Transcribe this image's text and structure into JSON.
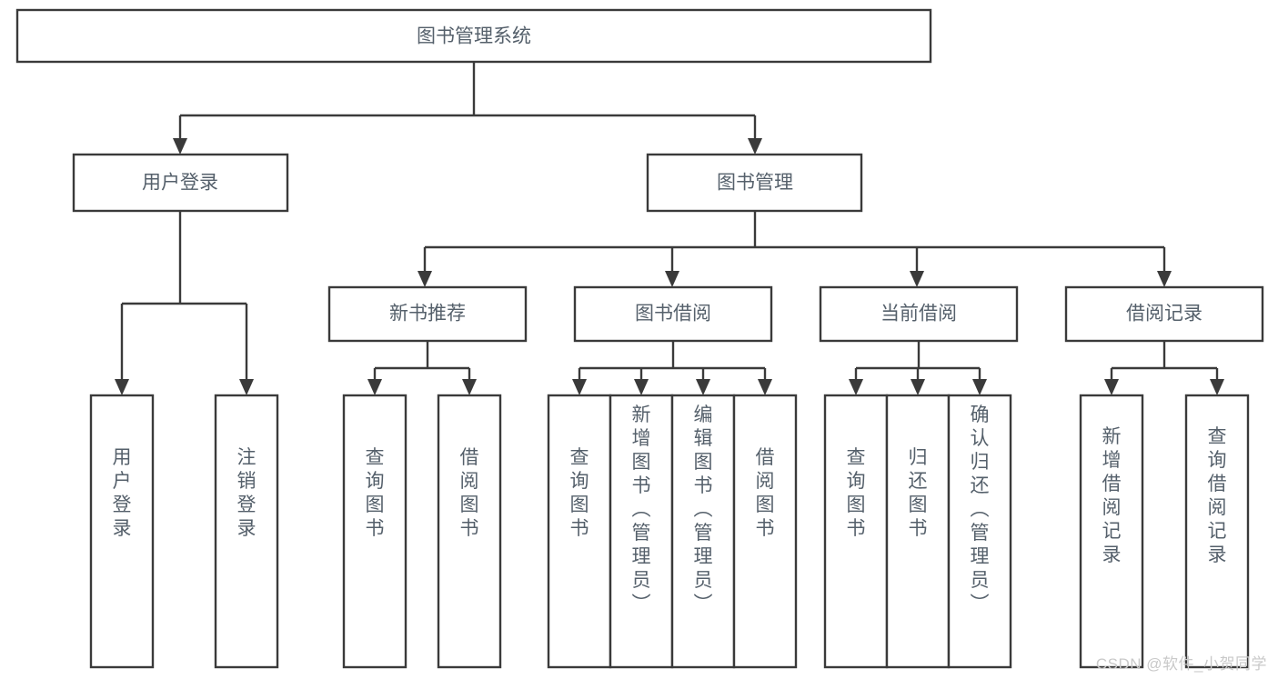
{
  "diagram": {
    "type": "tree",
    "title": "图书管理系统",
    "colors": {
      "box_stroke": "#3a3a3a",
      "box_fill": "#ffffff",
      "text": "#55606b",
      "background": "#ffffff",
      "watermark": "#c9c9c9"
    },
    "root": {
      "label": "图书管理系统"
    },
    "level2": [
      {
        "id": "user-login",
        "label": "用户登录"
      },
      {
        "id": "book-manage",
        "label": "图书管理"
      }
    ],
    "level3": [
      {
        "id": "new-book-recommend",
        "label": "新书推荐"
      },
      {
        "id": "book-borrow",
        "label": "图书借阅"
      },
      {
        "id": "current-borrow",
        "label": "当前借阅"
      },
      {
        "id": "borrow-record",
        "label": "借阅记录"
      }
    ],
    "leaves": {
      "user-login": [
        {
          "id": "leaf-user-login",
          "label": "用户登录"
        },
        {
          "id": "leaf-logout-login",
          "label": "注销登录"
        }
      ],
      "new-book-recommend": [
        {
          "id": "leaf-query-book-1",
          "label": "查询图书"
        },
        {
          "id": "leaf-borrow-book-1",
          "label": "借阅图书"
        }
      ],
      "book-borrow": [
        {
          "id": "leaf-query-book-2",
          "label": "查询图书"
        },
        {
          "id": "leaf-add-book",
          "label": "新增图书（管理员）"
        },
        {
          "id": "leaf-edit-book",
          "label": "编辑图书（管理员）"
        },
        {
          "id": "leaf-borrow-book-2",
          "label": "借阅图书"
        }
      ],
      "current-borrow": [
        {
          "id": "leaf-query-book-3",
          "label": "查询图书"
        },
        {
          "id": "leaf-return-book",
          "label": "归还图书"
        },
        {
          "id": "leaf-confirm-return",
          "label": "确认归还（管理员）"
        }
      ],
      "borrow-record": [
        {
          "id": "leaf-add-record",
          "label": "新增借阅记录"
        },
        {
          "id": "leaf-query-record",
          "label": "查询借阅记录"
        }
      ]
    }
  },
  "watermark": {
    "text": "CSDN @软件_小贺同学"
  }
}
